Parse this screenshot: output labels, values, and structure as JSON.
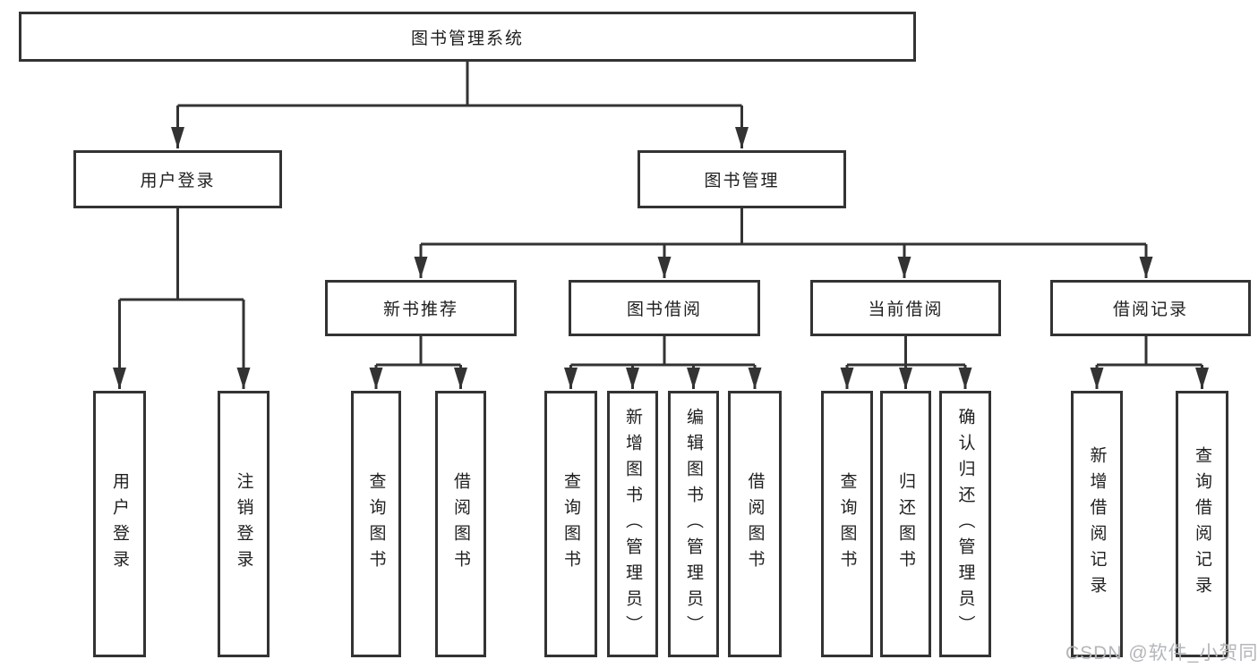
{
  "nodes": {
    "root": "图书管理系统",
    "user_login": "用户登录",
    "book_mgmt": "图书管理",
    "new_books": "新书推荐",
    "book_borrow": "图书借阅",
    "current_borrow": "当前借阅",
    "borrow_records": "借阅记录",
    "leaves": {
      "user_login": [
        "用户登录",
        "注销登录"
      ],
      "new_books": [
        "查询图书",
        "借阅图书"
      ],
      "book_borrow": [
        "查询图书",
        "新增图书（管理员）",
        "编辑图书（管理员）",
        "借阅图书"
      ],
      "current_borrow": [
        "查询图书",
        "归还图书",
        "确认归还（管理员）"
      ],
      "borrow_records": [
        "新增借阅记录",
        "查询借阅记录"
      ]
    }
  },
  "watermark": "CSDN @软件_小贺同学",
  "colors": {
    "line": "#333333",
    "text": "#1f1f1f",
    "watermark": "#b3b6ba",
    "background": "#ffffff"
  }
}
